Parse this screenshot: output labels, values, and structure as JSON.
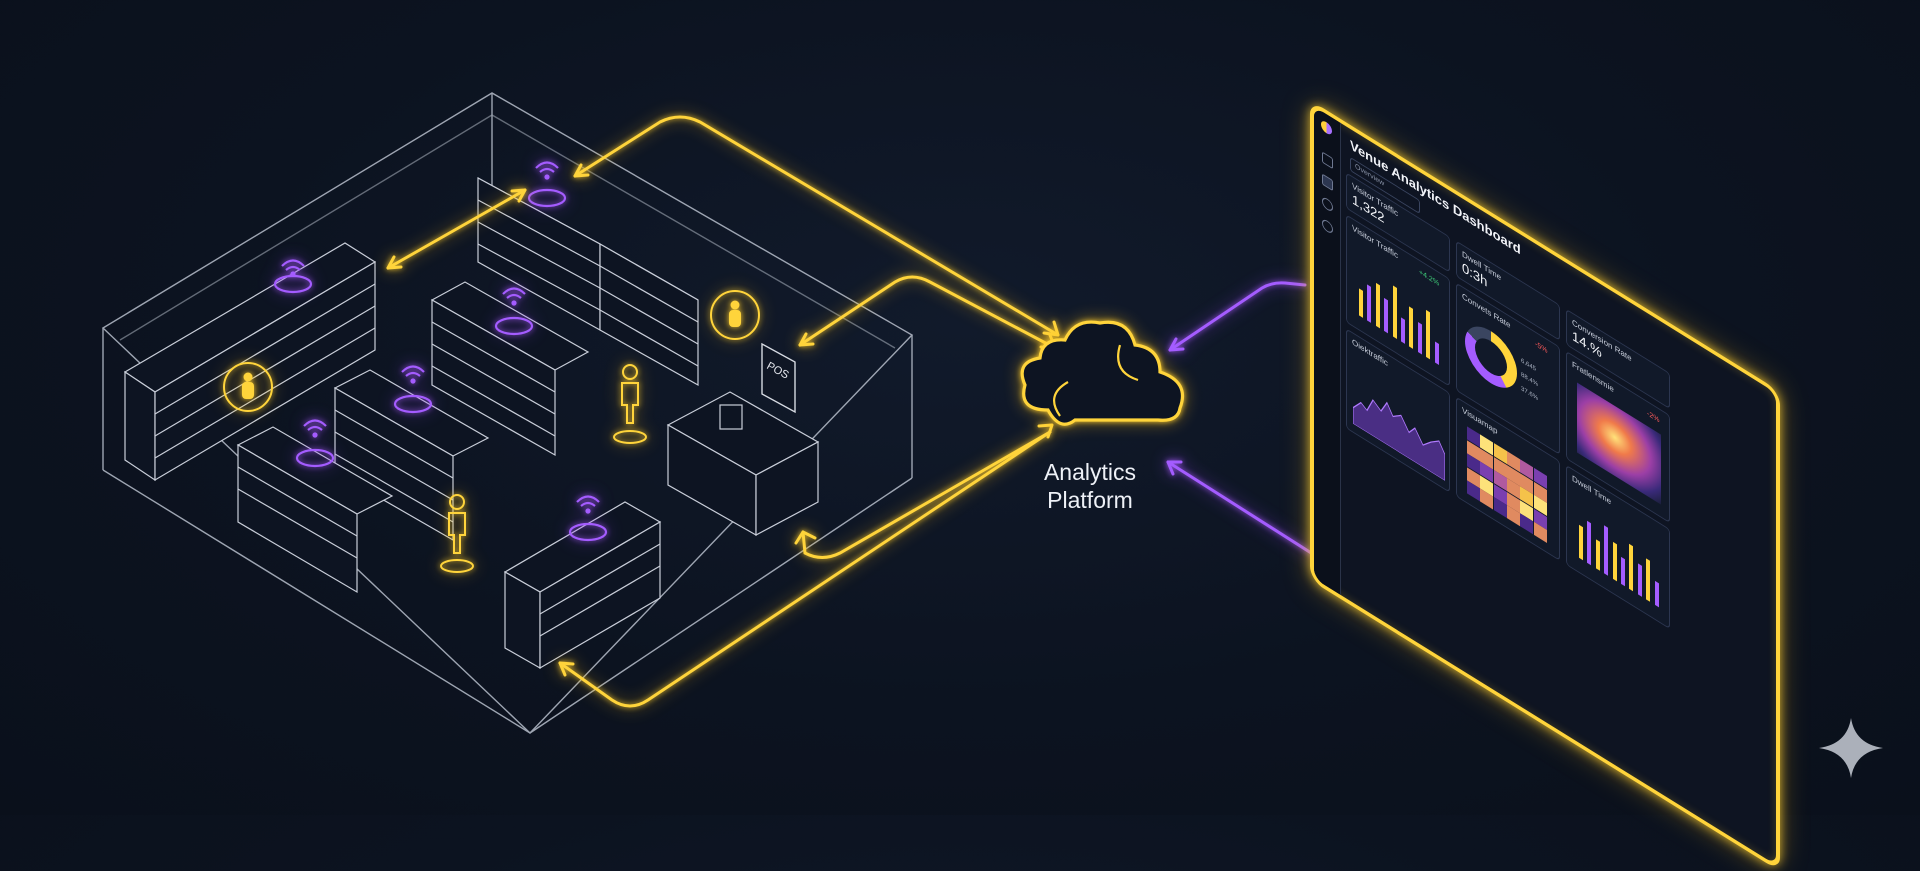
{
  "platform": {
    "line1": "Analytics",
    "line2": "Platform"
  },
  "store": {
    "pos_label": "POS"
  },
  "dashboard": {
    "title": "Venue Analytics Dashboard",
    "search_placeholder": "Overview",
    "kpi_traffic": {
      "title": "Visitor Traffic",
      "value": "1,322"
    },
    "traffic_chart": {
      "title": "Visitor Traffic",
      "badge": "+4.2%"
    },
    "dwell": {
      "title": "Dwell Time",
      "value": "0:3h"
    },
    "conv_rate": {
      "title": "Conversion Rate",
      "value": "14.%"
    },
    "convert": {
      "title": "Convets Rate",
      "badge": "-5%"
    },
    "donut_legend": [
      "6,645",
      "88.4%",
      "37.6%"
    ],
    "hourly": {
      "title": "Oiektraffic"
    },
    "heatmap": {
      "title": "Visuamap"
    },
    "floor_heat": {
      "title": "Fratlensmie",
      "badge": "-2%"
    },
    "dwell_bars": {
      "title": "Dwell Time"
    },
    "colors": {
      "yellow": "#ffd43b",
      "purple": "#a45cff",
      "green": "#3fd07a",
      "red": "#ff5b5b"
    }
  },
  "chart_data": [
    {
      "type": "bar",
      "title": "Visitor Traffic",
      "series": [
        {
          "values": [
            45,
            60,
            72,
            55,
            85,
            40,
            66,
            50,
            78,
            35
          ]
        }
      ]
    },
    {
      "type": "bar",
      "title": "Dwell Time",
      "series": [
        {
          "values": [
            55,
            70,
            48,
            80,
            62,
            45,
            75,
            52,
            68,
            40
          ]
        }
      ]
    }
  ]
}
